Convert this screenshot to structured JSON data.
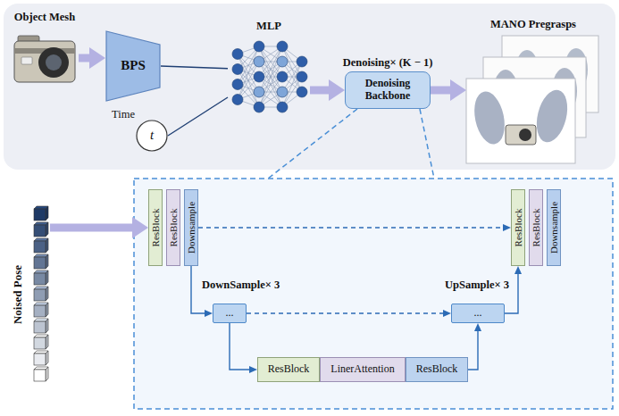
{
  "diagram": {
    "nodes": [
      {
        "text": [
          "Object Mesh"
        ]
      },
      {
        "text": [
          "BPS"
        ]
      },
      {
        "text": [
          "Time",
          "t"
        ]
      },
      {
        "text": [
          "MLP"
        ]
      },
      {
        "text": [
          "Denoising× (K − 1)",
          "Denoising Backbone"
        ]
      },
      {
        "text": [
          "MANO Pregrasps"
        ]
      },
      {
        "text": [
          "Noised Pose"
        ]
      },
      {
        "text": [
          "ResBlock"
        ]
      },
      {
        "text": [
          "ResBlock"
        ]
      },
      {
        "text": [
          "Downsample"
        ]
      },
      {
        "text": [
          "ResBlock"
        ]
      },
      {
        "text": [
          "ResBlock"
        ]
      },
      {
        "text": [
          "Downsample"
        ]
      },
      {
        "text": [
          "..."
        ]
      },
      {
        "text": [
          "..."
        ]
      },
      {
        "text": [
          "ResBlock"
        ]
      },
      {
        "text": [
          "LinerAttention"
        ]
      },
      {
        "text": [
          "ResBlock"
        ]
      }
    ],
    "edges": [
      {
        "from": 0,
        "to": 1,
        "arrow": "to"
      },
      {
        "from": 1,
        "to": 3,
        "arrow": "none"
      },
      {
        "from": 2,
        "to": 3,
        "arrow": "none"
      },
      {
        "from": 3,
        "to": 4,
        "arrow": "to"
      },
      {
        "from": 4,
        "to": 5,
        "arrow": "to"
      },
      {
        "from": 6,
        "to": 7,
        "arrow": "to"
      },
      {
        "from": 9,
        "to": 10,
        "arrow": "to"
      },
      {
        "from": 9,
        "to": 13,
        "arrow": "to",
        "label": "DownSample× 3"
      },
      {
        "from": 13,
        "to": 14,
        "arrow": "to"
      },
      {
        "from": 13,
        "to": 15,
        "arrow": "to"
      },
      {
        "from": 17,
        "to": 14,
        "arrow": "to"
      },
      {
        "from": 14,
        "to": 10,
        "arrow": "to",
        "label": "UpSample× 3"
      }
    ]
  }
}
